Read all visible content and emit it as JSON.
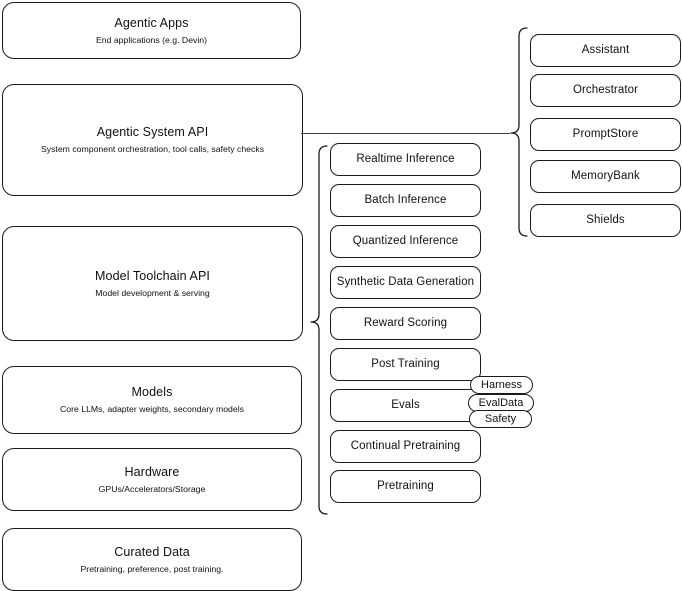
{
  "diagram": {
    "title": "Agentic stack layered architecture",
    "stroke_color": "#1b1b1b",
    "background_color": "#ffffff",
    "layers": [
      {
        "name": "agentic-apps",
        "title": "Agentic Apps",
        "subtitle": "End applications (e.g. Devin)"
      },
      {
        "name": "agentic-system-api",
        "title": "Agentic System API",
        "subtitle": "System component orchestration, tool calls, safety checks"
      },
      {
        "name": "model-toolchain-api",
        "title": "Model Toolchain API",
        "subtitle": "Model development & serving"
      },
      {
        "name": "models",
        "title": "Models",
        "subtitle": "Core LLMs, adapter weights, secondary models"
      },
      {
        "name": "hardware",
        "title": "Hardware",
        "subtitle": "GPUs/Accelerators/Storage"
      },
      {
        "name": "curated-data",
        "title": "Curated Data",
        "subtitle": "Pretraining, preference, post training."
      }
    ],
    "toolchain_capabilities": [
      "Realtime Inference",
      "Batch Inference",
      "Quantized Inference",
      "Synthetic Data Generation",
      "Reward Scoring",
      "Post Training",
      "Evals",
      "Continual Pretraining",
      "Pretraining"
    ],
    "eval_subcomponents": [
      "Harness",
      "EvalData",
      "Safety"
    ],
    "system_components": [
      "Assistant",
      "Orchestrator",
      "PromptStore",
      "MemoryBank",
      "Shields"
    ]
  }
}
